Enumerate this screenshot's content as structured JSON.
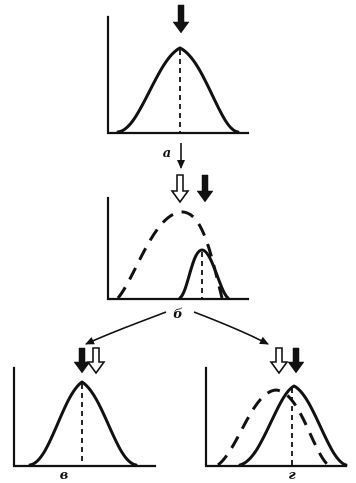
{
  "panels": [
    {
      "id": "a",
      "label": "а"
    },
    {
      "id": "b",
      "label": "б"
    },
    {
      "id": "c",
      "label": "в"
    },
    {
      "id": "d",
      "label": "г"
    }
  ],
  "colors": {
    "ink": "#111111",
    "background": "#ffffff"
  },
  "icons": {
    "solid_arrow": "solid-down-arrow-icon",
    "hollow_arrow": "hollow-down-arrow-icon"
  }
}
